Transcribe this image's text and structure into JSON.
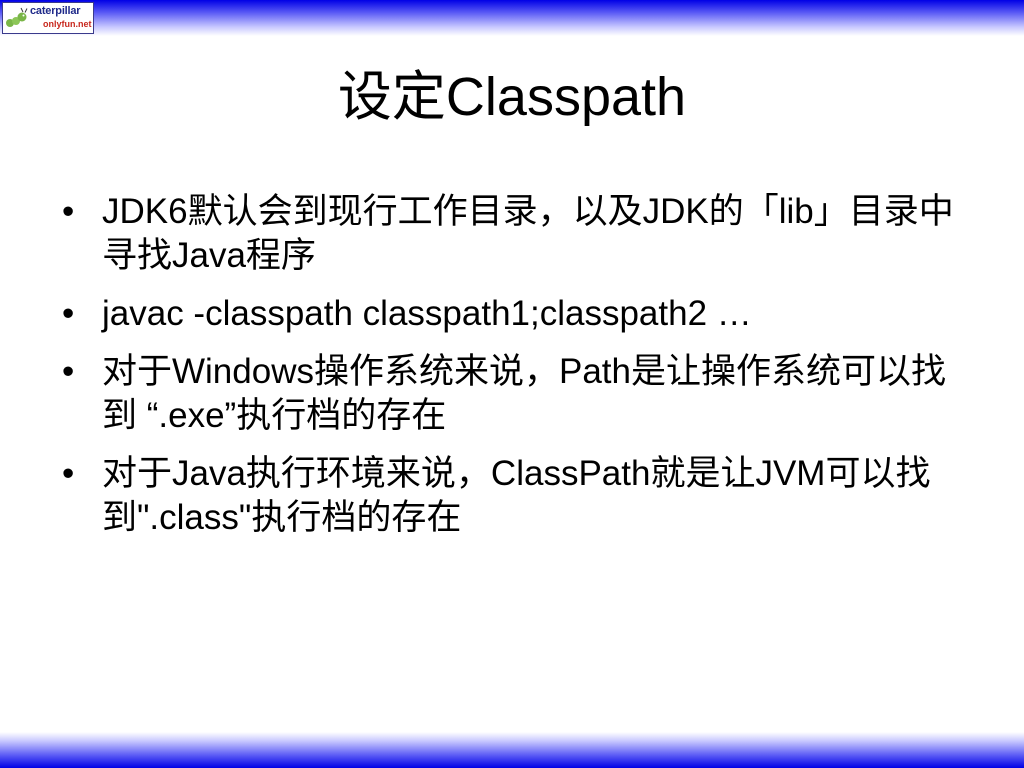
{
  "logo": {
    "line1": "caterpillar",
    "line2": "onlyfun.net"
  },
  "slide": {
    "title": "设定Classpath",
    "bullet_symbol": "•",
    "bullets": [
      "JDK6默认会到现行工作目录，以及JDK的「lib」目录中寻找Java程序",
      "javac -classpath classpath1;classpath2 …",
      "对于Windows操作系统来说，Path是让操作系统可以找到 “.exe”执行档的存在",
      "对于Java执行环境来说，ClassPath就是让JVM可以找到\".class\"执行档的存在"
    ]
  },
  "colors": {
    "band": "#0000e6",
    "text": "#000000",
    "logo_blue": "#1f2a8a",
    "logo_red": "#c8281e"
  }
}
